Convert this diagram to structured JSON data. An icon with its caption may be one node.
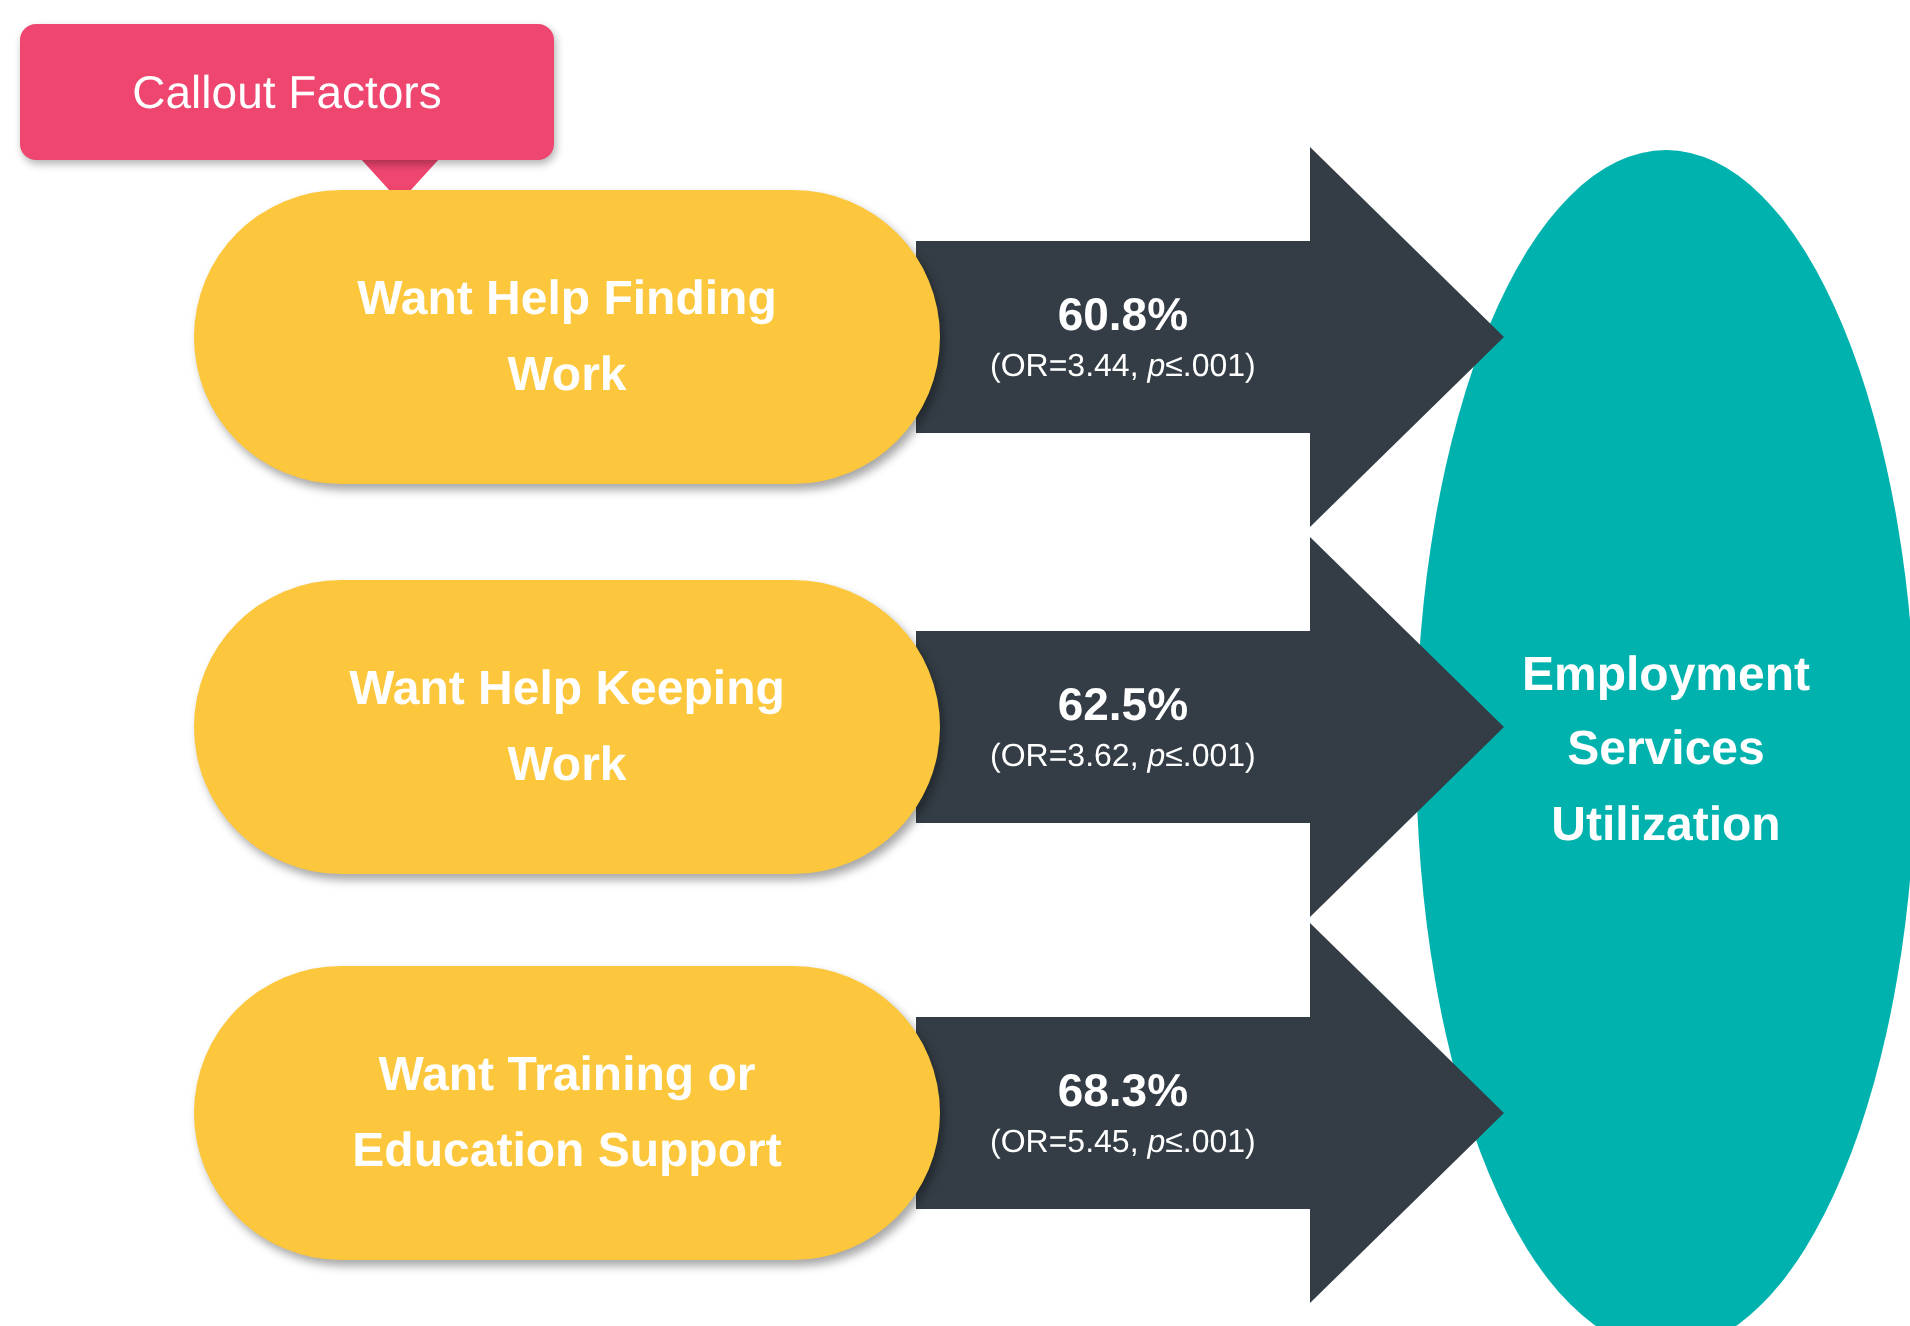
{
  "diagram": {
    "nodes": [
      {
        "text": [
          "Callout Factors"
        ]
      },
      {
        "text": [
          "Want Help Finding Work"
        ]
      },
      {
        "text": [
          "Want Help Keeping Work"
        ]
      },
      {
        "text": [
          "Want Training or Education Support"
        ]
      },
      {
        "text": [
          "Employment Services Utilization"
        ]
      }
    ],
    "edges": [
      {
        "from": 1,
        "to": 4,
        "arrow": "to",
        "label": "**60.8%** (OR=3.44, *p*≤.001)"
      },
      {
        "from": 2,
        "to": 4,
        "arrow": "to",
        "label": "**62.5%** (OR=3.62, *p*≤.001)"
      },
      {
        "from": 3,
        "to": 4,
        "arrow": "to",
        "label": "**68.3%** (OR=5.45, *p*≤.001)"
      }
    ]
  }
}
